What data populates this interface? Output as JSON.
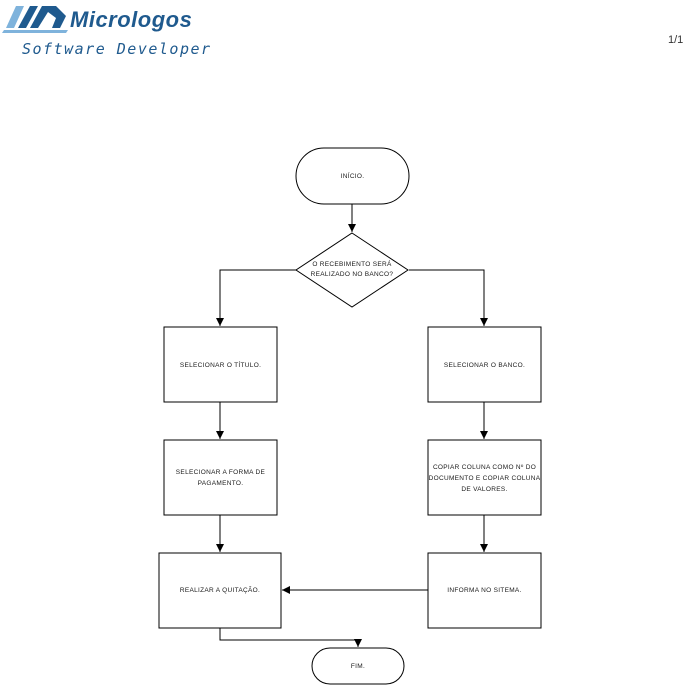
{
  "header": {
    "brand_name": "Micrologos",
    "brand_tagline": "Software Developer",
    "page_number": "1/1"
  },
  "colors": {
    "brand_blue": "#1f5a8e",
    "brand_light_blue": "#7fb3dc",
    "stroke": "#000000"
  },
  "flowchart": {
    "start": "INÍCIO.",
    "decision": [
      "O RECEBIMENTO SERÁ",
      "REALIZADO NO BANCO?"
    ],
    "left_step1": "SELECIONAR O TÍTULO.",
    "left_step2": [
      "SELECIONAR A FORMA DE",
      "PAGAMENTO."
    ],
    "merge_step": "REALIZAR A QUITAÇÃO.",
    "right_step1": "SELECIONAR O BANCO.",
    "right_step2": [
      "COPIAR COLUNA COMO Nº DO",
      "DOCUMENTO E COPIAR COLUNA",
      "DE VALORES."
    ],
    "right_step3": "INFORMA NO SITEMA.",
    "end": "FIM."
  }
}
